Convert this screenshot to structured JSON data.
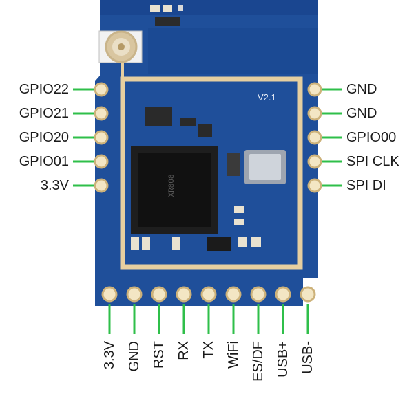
{
  "module": {
    "version": "V2.1"
  },
  "left_pins": [
    {
      "label": "GPIO22"
    },
    {
      "label": "GPIO21"
    },
    {
      "label": "GPIO20"
    },
    {
      "label": "GPIO01"
    },
    {
      "label": "3.3V"
    }
  ],
  "right_pins": [
    {
      "label": "GND"
    },
    {
      "label": "GND"
    },
    {
      "label": "GPIO00"
    },
    {
      "label": "SPI CLK"
    },
    {
      "label": "SPI DI"
    }
  ],
  "bottom_pins": [
    {
      "label": "3.3V"
    },
    {
      "label": "GND"
    },
    {
      "label": "RST"
    },
    {
      "label": "RX"
    },
    {
      "label": "TX"
    },
    {
      "label": "WiFi"
    },
    {
      "label": "ES/DF"
    },
    {
      "label": "USB+"
    },
    {
      "label": "USB-"
    }
  ],
  "colors": {
    "pcb": "#1f4f9a",
    "pcb_dark": "#173f80",
    "gold": "#e6cfa0",
    "leader": "#2fbf4a"
  }
}
